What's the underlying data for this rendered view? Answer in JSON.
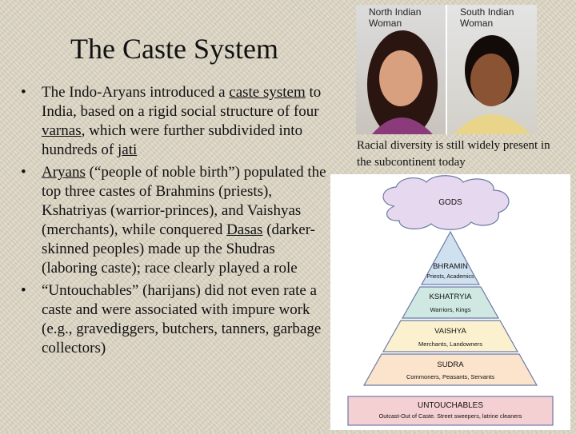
{
  "title": "The Caste System",
  "bullets": {
    "b1": {
      "t1": "The Indo-Aryans introduced a ",
      "link1": "caste system",
      "t2": " to India, based on a rigid social structure of four ",
      "link2": "varnas",
      "t3": ", which were further subdivided into hundreds of ",
      "link3": "jati"
    },
    "b2": {
      "link1": "Aryans",
      "t1": " (“people of noble birth”) populated the top three castes of Brahmins (priests), Kshatriyas (warrior-princes), and Vaishyas (merchants), while conquered ",
      "link2": "Dasas",
      "t2": " (darker-skinned peoples) made up the Shudras (laboring caste); race clearly played a role"
    },
    "b3": {
      "t1": "“Untouchables” (harijans) did not even rate a caste and were associated with impure work (e.g., gravediggers, butchers, tanners, garbage collectors)"
    },
    "bullet_char": "•"
  },
  "photos": {
    "left_label": "North Indian\nWoman",
    "right_label": "South Indian\nWoman",
    "caption": "Racial diversity is still widely present in the subcontinent today"
  },
  "diagram": {
    "gods": "GODS",
    "tiers": [
      {
        "name": "BHRAMIN",
        "desc": "Priests, Academics",
        "color": "#cfe0ef"
      },
      {
        "name": "KSHATRYIA",
        "desc": "Warriors, Kings",
        "color": "#cfe9e2"
      },
      {
        "name": "VAISHYA",
        "desc": "Merchants, Landowners",
        "color": "#fbf1cf"
      },
      {
        "name": "SUDRA",
        "desc": "Commoners, Peasants, Servants",
        "color": "#fbe3cc"
      }
    ],
    "untouchables": {
      "name": "UNTOUCHABLES",
      "desc": "Outcast-Out of Caste. Street sweepers, latrine cleaners",
      "color": "#f5d0d2"
    },
    "cloud_color": "#e6d8ee"
  }
}
